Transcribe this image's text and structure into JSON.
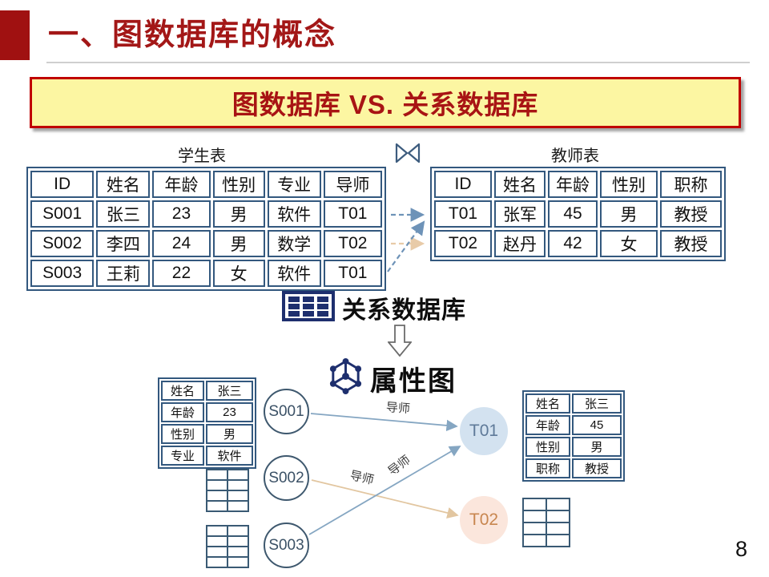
{
  "slide": {
    "title": "一、图数据库的概念",
    "banner_text": "图数据库 VS. 关系数据库",
    "page_number": "8",
    "join_symbol": "⋈"
  },
  "student_table": {
    "caption": "学生表",
    "headers": [
      "ID",
      "姓名",
      "年龄",
      "性别",
      "专业",
      "导师"
    ],
    "rows": [
      [
        "S001",
        "张三",
        "23",
        "男",
        "软件",
        "T01"
      ],
      [
        "S002",
        "李四",
        "24",
        "男",
        "数学",
        "T02"
      ],
      [
        "S003",
        "王莉",
        "22",
        "女",
        "软件",
        "T01"
      ]
    ]
  },
  "teacher_table": {
    "caption": "教师表",
    "headers": [
      "ID",
      "姓名",
      "年龄",
      "性别",
      "职称"
    ],
    "rows": [
      [
        "T01",
        "张军",
        "45",
        "男",
        "教授"
      ],
      [
        "T02",
        "赵丹",
        "42",
        "女",
        "教授"
      ]
    ]
  },
  "labels": {
    "relational_db": "关系数据库",
    "property_graph": "属性图",
    "edge": "导师"
  },
  "graph": {
    "student_nodes": [
      "S001",
      "S002",
      "S003"
    ],
    "teacher_nodes": [
      "T01",
      "T02"
    ]
  },
  "property_tables": {
    "s001_rows": [
      [
        "姓名",
        "张三"
      ],
      [
        "年龄",
        "23"
      ],
      [
        "性别",
        "男"
      ],
      [
        "专业",
        "软件"
      ]
    ],
    "t01_rows": [
      [
        "姓名",
        "张三"
      ],
      [
        "年龄",
        "45"
      ],
      [
        "性别",
        "男"
      ],
      [
        "职称",
        "教授"
      ]
    ]
  },
  "colors": {
    "title_red": "#A31717",
    "banner_bg": "#FCF6A2",
    "banner_border": "#C00000",
    "table_border": "#33587E",
    "highlight_grayblue": "#C8D0E0",
    "highlight_pink": "#F8DED6",
    "highlight_lightblue": "#D9E6F3",
    "edge_blue": "#85A6C2",
    "edge_tan": "#E2C6A0",
    "node_t01_fill": "#D3E2F0",
    "node_t02_fill": "#FBE6DC",
    "icon_navy": "#1E2F6E"
  }
}
